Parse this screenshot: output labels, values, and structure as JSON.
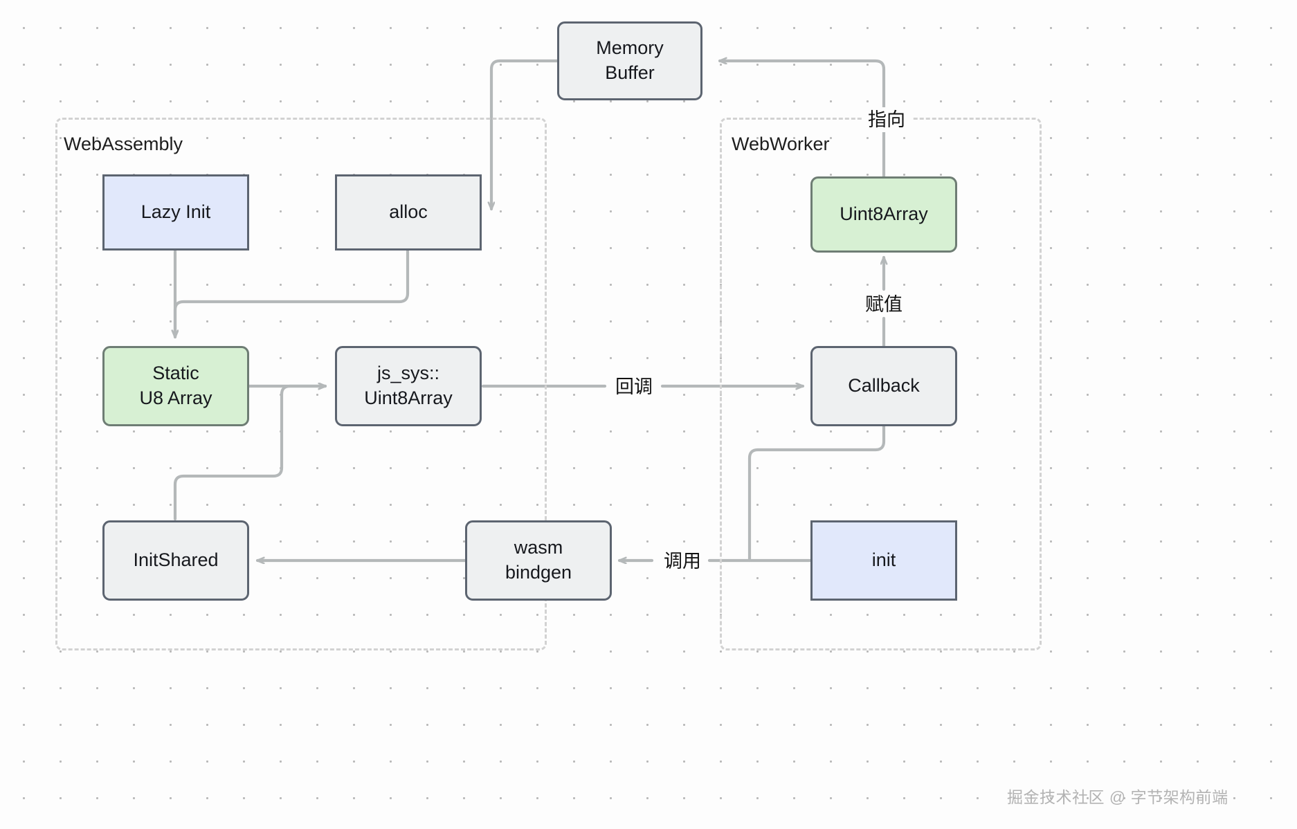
{
  "diagram": {
    "title_watermark": "掘金技术社区 @ 字节架构前端",
    "groups": [
      {
        "id": "wasm",
        "label": "WebAssembly"
      },
      {
        "id": "worker",
        "label": "WebWorker"
      }
    ],
    "nodes": [
      {
        "id": "memory_buffer",
        "label": "Memory\nBuffer",
        "line1": "Memory",
        "line2": "Buffer",
        "shape": "round",
        "color": "grey"
      },
      {
        "id": "lazy_init",
        "label": "Lazy Init",
        "line1": "Lazy Init",
        "line2": "",
        "shape": "sharp",
        "color": "blue"
      },
      {
        "id": "alloc",
        "label": "alloc",
        "line1": "alloc",
        "line2": "",
        "shape": "sharp",
        "color": "grey"
      },
      {
        "id": "static_u8",
        "label": "Static U8 Array",
        "line1": "Static",
        "line2": "U8 Array",
        "shape": "round",
        "color": "green"
      },
      {
        "id": "js_sys_u8",
        "label": "js_sys::Uint8Array",
        "line1": "js_sys::",
        "line2": "Uint8Array",
        "shape": "round",
        "color": "grey"
      },
      {
        "id": "init_shared",
        "label": "InitShared",
        "line1": "InitShared",
        "line2": "",
        "shape": "round",
        "color": "grey"
      },
      {
        "id": "wasm_bindgen",
        "label": "wasm bindgen",
        "line1": "wasm",
        "line2": "bindgen",
        "shape": "round",
        "color": "grey"
      },
      {
        "id": "uint8array",
        "label": "Uint8Array",
        "line1": "Uint8Array",
        "line2": "",
        "shape": "round",
        "color": "green"
      },
      {
        "id": "callback",
        "label": "Callback",
        "line1": "Callback",
        "line2": "",
        "shape": "round",
        "color": "grey"
      },
      {
        "id": "init",
        "label": "init",
        "line1": "init",
        "line2": "",
        "shape": "sharp",
        "color": "blue"
      }
    ],
    "edge_labels": [
      {
        "id": "point_to",
        "text": "指向"
      },
      {
        "id": "assign",
        "text": "赋值"
      },
      {
        "id": "callback",
        "text": "回调"
      },
      {
        "id": "invoke",
        "text": "调用"
      }
    ],
    "colors": {
      "node_border": "#5c6470",
      "node_fill_grey": "#eef0f1",
      "node_fill_blue": "#e1e8fb",
      "node_fill_green": "#d7f0d3",
      "edge_stroke": "#b4b8b9",
      "group_border": "#d2d2d2",
      "canvas_bg": "#fdfdfd",
      "watermark": "#b3b3b3"
    }
  }
}
